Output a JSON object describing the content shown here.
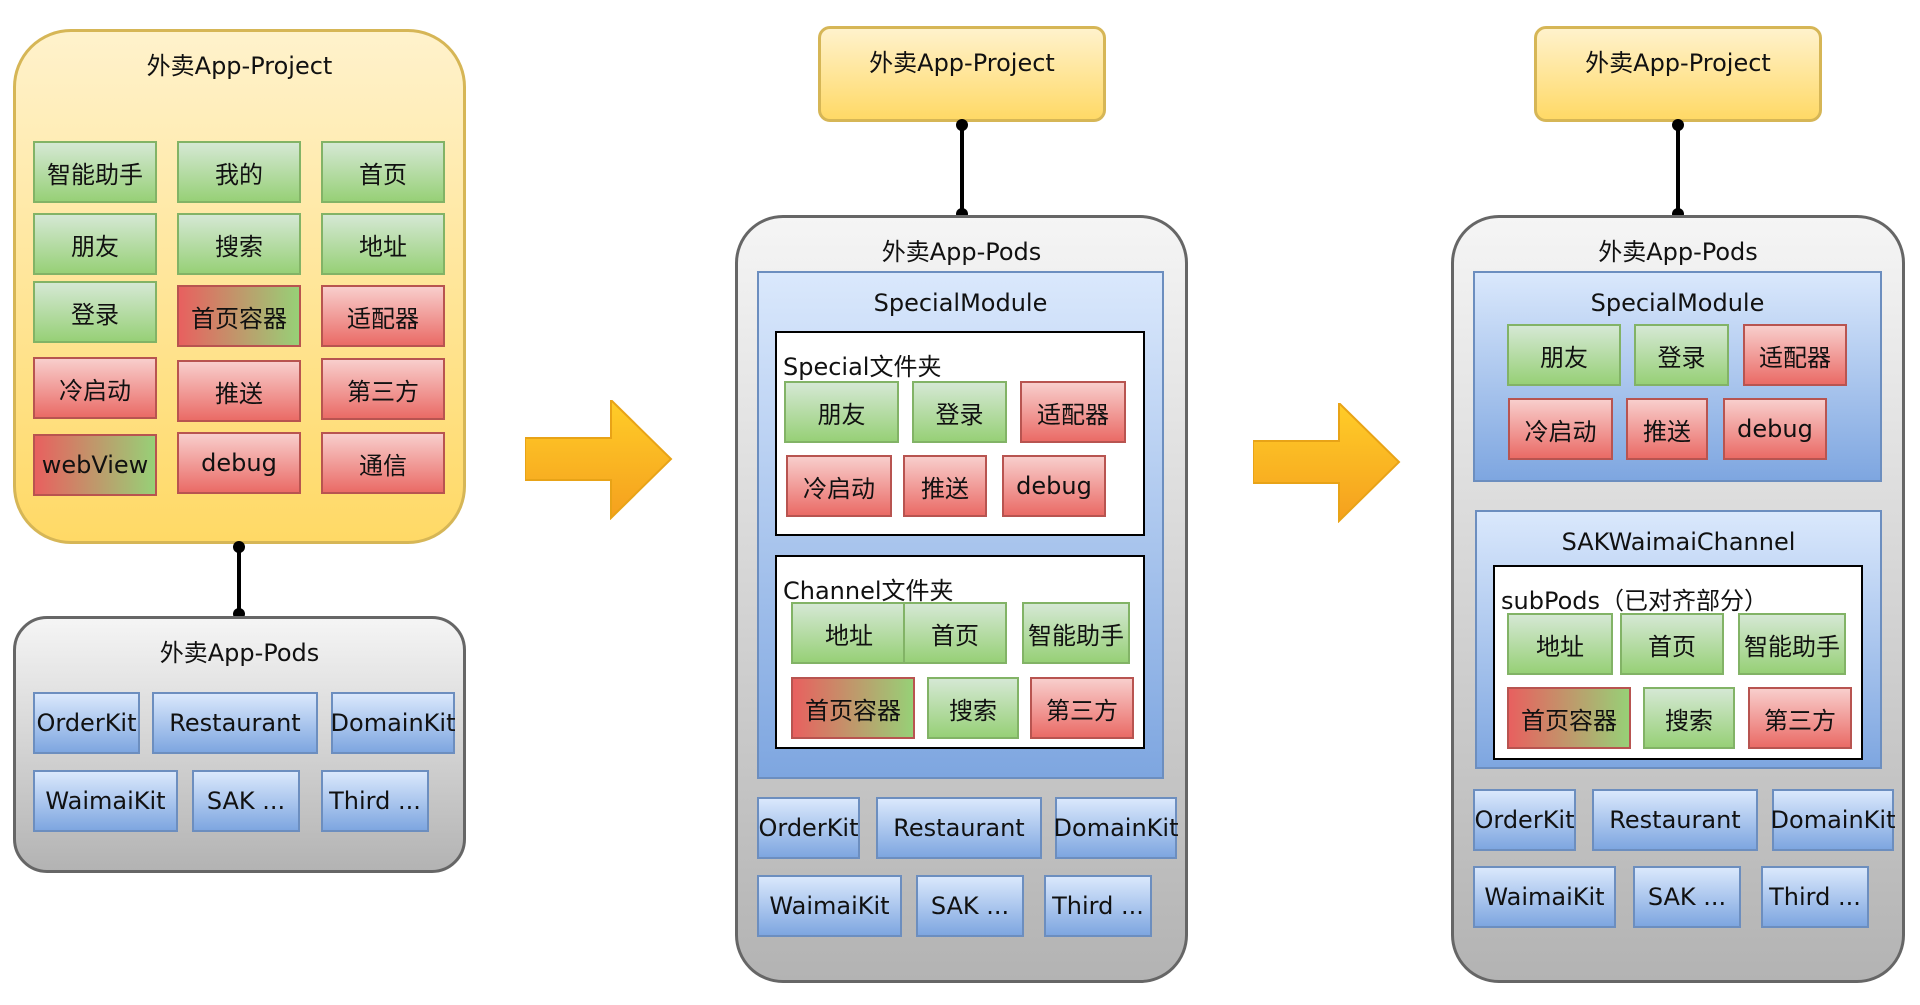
{
  "colors": {
    "accent_yellow": "#ffd966",
    "green": "#97d077",
    "red": "#ea6b66",
    "blue": "#7ea6e0",
    "gray": "#b3b3b3",
    "arrow": "#f5a623"
  },
  "d1": {
    "project_title": "外卖App-Project",
    "project_items": [
      "智能助手",
      "我的",
      "首页",
      "朋友",
      "搜索",
      "地址",
      "登录",
      "首页容器",
      "适配器",
      "冷启动",
      "推送",
      "第三方",
      "webView",
      "debug",
      "通信"
    ],
    "pods_title": "外卖App-Pods",
    "pods_items": [
      "OrderKit",
      "Restaurant",
      "DomainKit",
      "WaimaiKit",
      "SAK ...",
      "Third ..."
    ]
  },
  "d2": {
    "project_title": "外卖App-Project",
    "pods_title": "外卖App-Pods",
    "special_module": "SpecialModule",
    "special_folder": "Special文件夹",
    "special_items": [
      "朋友",
      "登录",
      "适配器",
      "冷启动",
      "推送",
      "debug"
    ],
    "channel_folder": "Channel文件夹",
    "channel_items": [
      "地址",
      "首页",
      "智能助手",
      "首页容器",
      "搜索",
      "第三方"
    ],
    "pods_items": [
      "OrderKit",
      "Restaurant",
      "DomainKit",
      "WaimaiKit",
      "SAK ...",
      "Third ..."
    ]
  },
  "d3": {
    "project_title": "外卖App-Project",
    "pods_title": "外卖App-Pods",
    "special_module": "SpecialModule",
    "special_items": [
      "朋友",
      "登录",
      "适配器",
      "冷启动",
      "推送",
      "debug"
    ],
    "channel_module": "SAKWaimaiChannel",
    "subpods": "subPods（已对齐部分）",
    "channel_items": [
      "地址",
      "首页",
      "智能助手",
      "首页容器",
      "搜索",
      "第三方"
    ],
    "pods_items": [
      "OrderKit",
      "Restaurant",
      "DomainKit",
      "WaimaiKit",
      "SAK ...",
      "Third ..."
    ]
  }
}
